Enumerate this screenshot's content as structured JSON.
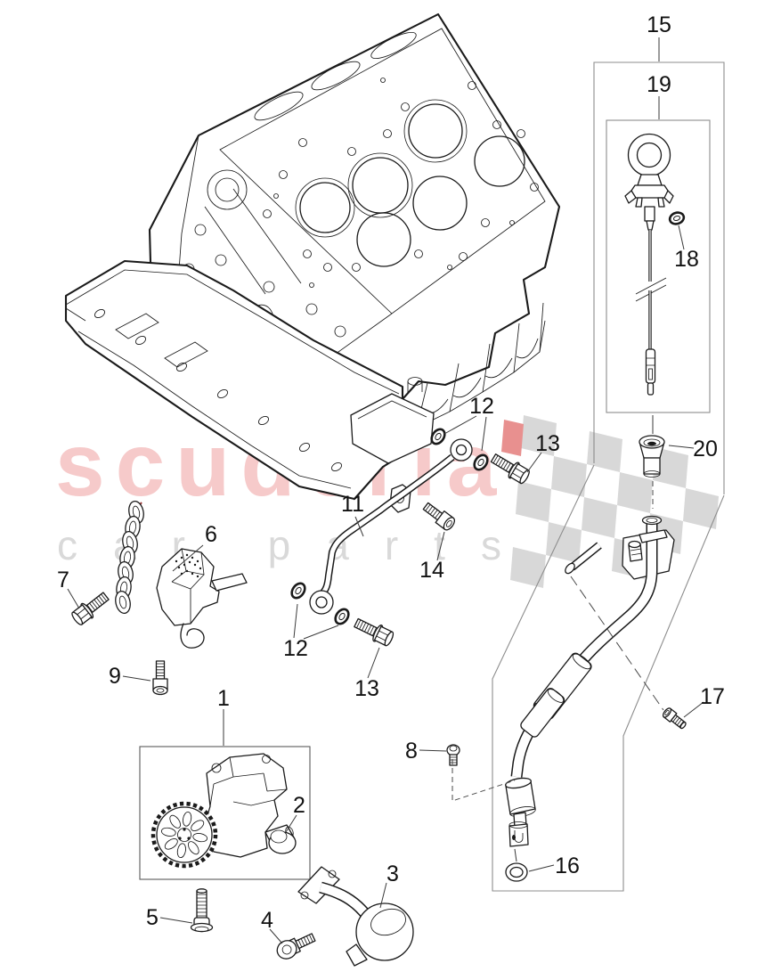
{
  "watermark": {
    "brand": "scuderia",
    "tagline": "car parts",
    "brand_color": "#f6caca",
    "tagline_color": "#d9d9d9",
    "flag_gray": "#d8d8d8",
    "flag_red": "#e8908f"
  },
  "callouts": {
    "n1": "1",
    "n2": "2",
    "n3": "3",
    "n4": "4",
    "n5": "5",
    "n6": "6",
    "n7": "7",
    "n8": "8",
    "n9": "9",
    "n11": "11",
    "n12a": "12",
    "n12b": "12",
    "n13a": "13",
    "n13b": "13",
    "n14": "14",
    "n15": "15",
    "n16": "16",
    "n17": "17",
    "n18": "18",
    "n19": "19",
    "n20": "20"
  }
}
